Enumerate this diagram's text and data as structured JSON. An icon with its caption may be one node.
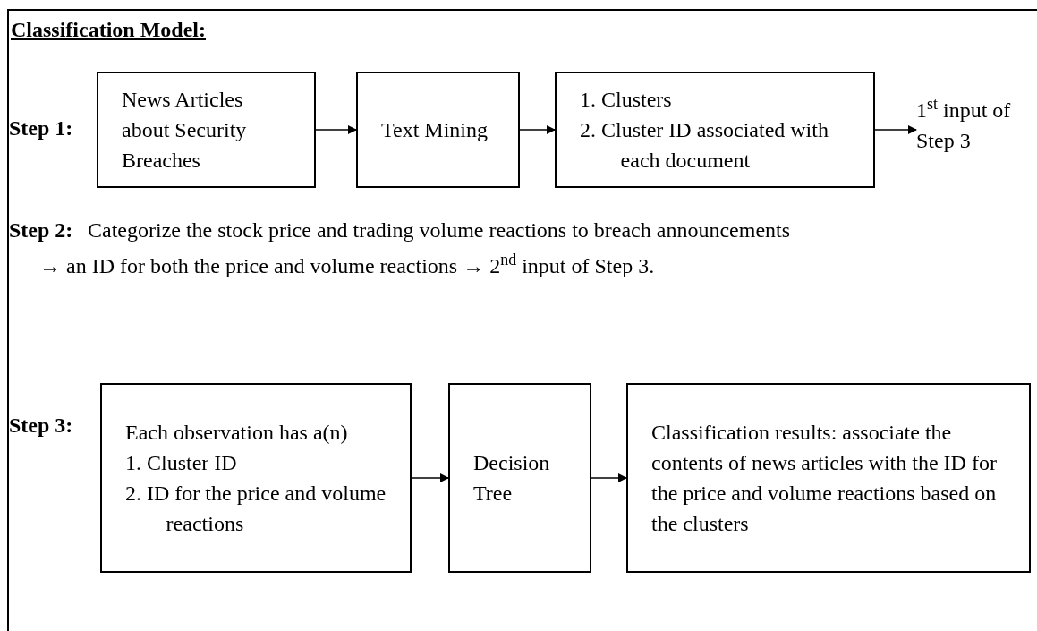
{
  "diagram": {
    "title": "Classification Model:",
    "nodes": [
      {
        "text": [
          "News Articles about Security Breaches"
        ]
      },
      {
        "text": [
          "Text Mining"
        ]
      },
      {
        "text": [
          "1. Clusters",
          "2. Cluster ID associated with each document"
        ]
      },
      {
        "text": [
          "1$^{st}$ input of Step 3"
        ]
      },
      {
        "text": [
          "Each observation has a(n)",
          "1. Cluster ID",
          "2. ID for the price and volume reactions"
        ]
      },
      {
        "text": [
          "Decision Tree"
        ]
      },
      {
        "text": [
          "Classification results: associate the contents of news articles with the ID for the price and volume reactions based on the clusters"
        ]
      }
    ],
    "edges": [
      {
        "from": 0,
        "to": 1,
        "arrow": "to"
      },
      {
        "from": 1,
        "to": 2,
        "arrow": "to"
      },
      {
        "from": 2,
        "to": 3,
        "arrow": "to"
      },
      {
        "from": 4,
        "to": 5,
        "arrow": "to"
      },
      {
        "from": 5,
        "to": 6,
        "arrow": "to"
      }
    ],
    "labels": [
      "Step 1:",
      "Step 2:",
      "Categorize the stock price and trading volume reactions to breach announcements",
      "→ an ID for both the price and volume reactions → 2$^{nd}$ input of Step 3.",
      "Step 3:"
    ]
  }
}
